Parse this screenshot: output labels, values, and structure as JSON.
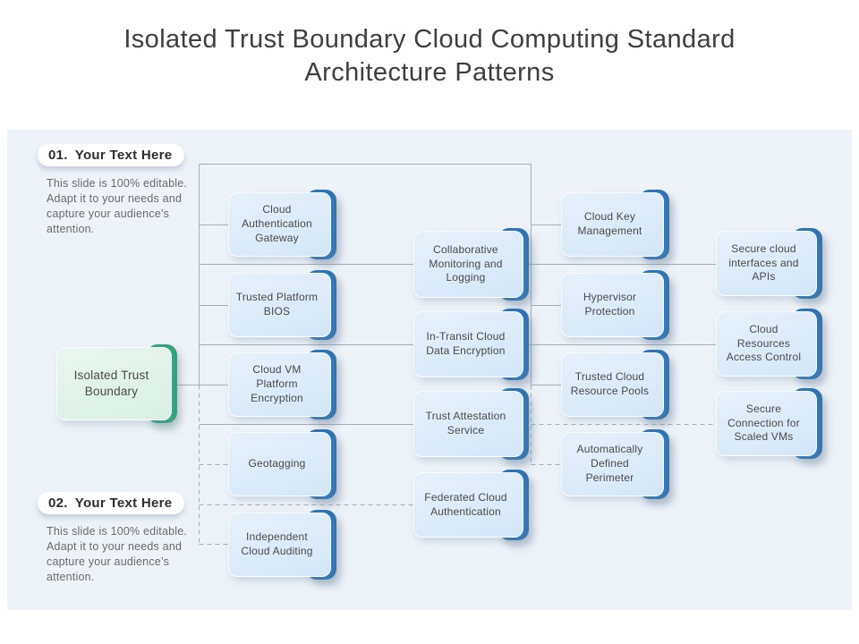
{
  "title": "Isolated Trust Boundary Cloud Computing Standard Architecture Patterns",
  "notes": [
    {
      "number": "01.",
      "heading": "Your Text Here",
      "body": "This slide is 100% editable. Adapt it to your needs and capture your audience’s attention."
    },
    {
      "number": "02.",
      "heading": "Your Text Here",
      "body": "This slide is 100% editable. Adapt it to your needs and capture your audience’s attention."
    }
  ],
  "root_node": {
    "label": "Isolated Trust Boundary"
  },
  "columns": [
    {
      "items": [
        "Cloud Authentication Gateway",
        "Trusted Platform BIOS",
        "Cloud VM Platform Encryption",
        "Geotagging",
        "Independent Cloud Auditing"
      ]
    },
    {
      "items": [
        "Collaborative Monitoring and Logging",
        "In-Transit Cloud Data Encryption",
        "Trust Attestation Service",
        "Federated Cloud Authentication"
      ]
    },
    {
      "items": [
        "Cloud Key Management",
        "Hypervisor Protection",
        "Trusted Cloud Resource Pools",
        "Automatically Defined Perimeter"
      ]
    },
    {
      "items": [
        "Secure cloud interfaces and APIs",
        "Cloud Resources Access Control",
        "Secure Connection for Scaled VMs"
      ]
    }
  ],
  "colors": {
    "node_accent_blue": "#2e74b5",
    "node_fill_blue": "#d9e9f8",
    "root_accent_green": "#30a47d",
    "root_fill_green": "#def1e8",
    "panel_background": "#eef3f9",
    "connector_gray": "#a6afb8",
    "title_text": "#3e3e3e"
  }
}
